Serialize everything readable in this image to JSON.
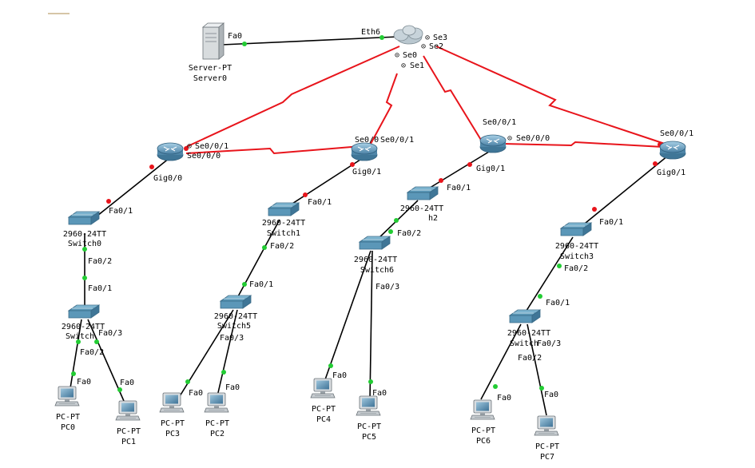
{
  "colors": {
    "serial_link": "#e8141b",
    "ethernet_link": "#000000",
    "port_up": "#22cc33",
    "port_down": "#e8141b",
    "switch_blue": "#4f8fb0",
    "router_blue": "#5e93b5"
  },
  "devices": {
    "server0": {
      "model": "Server-PT",
      "name": "Server0",
      "icon": "server-icon"
    },
    "cloud": {
      "icon": "cloud-router-icon"
    },
    "router0": {
      "icon": "router-icon"
    },
    "router1": {
      "icon": "router-icon"
    },
    "router2": {
      "icon": "router-icon"
    },
    "router3": {
      "icon": "router-icon"
    },
    "switch0": {
      "model": "2960-24TT",
      "name": "Switch0"
    },
    "switch1": {
      "model": "2960-24TT",
      "name": "Switch1"
    },
    "switch2": {
      "model": "2960-24TT",
      "name": "h2"
    },
    "switch3": {
      "model": "2960-24TT",
      "name": "Switch3"
    },
    "switch4": {
      "model": "2960-24TT",
      "name": "Switch"
    },
    "switch5": {
      "model": "2960-24TT",
      "name": "Switch5"
    },
    "switch6": {
      "model": "2960-24TT",
      "name": "Switch6"
    },
    "switch7": {
      "model": "2960-24TT",
      "name": "Switch"
    },
    "pc0": {
      "model": "PC-PT",
      "name": "PC0"
    },
    "pc1": {
      "model": "PC-PT",
      "name": "PC1"
    },
    "pc2": {
      "model": "PC-PT",
      "name": "PC2"
    },
    "pc3": {
      "model": "PC-PT",
      "name": "PC3"
    },
    "pc4": {
      "model": "PC-PT",
      "name": "PC4"
    },
    "pc5": {
      "model": "PC-PT",
      "name": "PC5"
    },
    "pc6": {
      "model": "PC-PT",
      "name": "PC6"
    },
    "pc7": {
      "model": "PC-PT",
      "name": "PC7"
    }
  },
  "ports": {
    "server_fa0": "Fa0",
    "cloud_eth6": "Eth6",
    "cloud_se3": "Se3",
    "cloud_se2": "Se2",
    "cloud_se0": "Se0",
    "cloud_se1": "Se1",
    "r0_se001": "Se0/0/1",
    "r0_se000": "Se0/0/0",
    "r0_gig00": "Gig0/0",
    "r1_se0": "Se0/0",
    "r1_se001": "Se0/0/1",
    "r1_gig01": "Gig0/1",
    "r2_se001": "Se0/0/1",
    "r2_se000": "Se0/0/0",
    "r2_gig01": "Gig0/1",
    "r3_se001": "Se0/0/1",
    "r3_gig01": "Gig0/1",
    "fa01": "Fa0/1",
    "fa02": "Fa0/2",
    "fa03": "Fa0/3",
    "fa0": "Fa0"
  }
}
